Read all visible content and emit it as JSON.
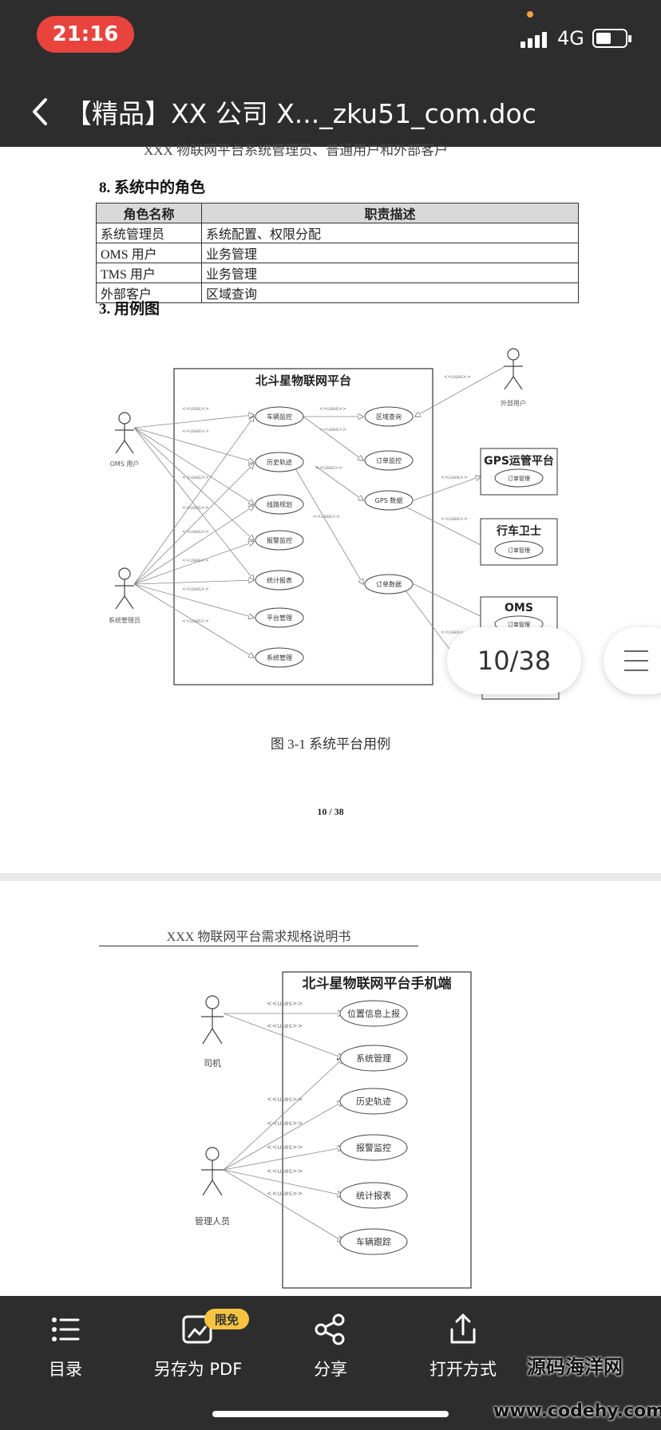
{
  "status": {
    "time": "21:16",
    "network": "4G"
  },
  "header": {
    "title": "【精品】XX 公司 X..._zku51_com.doc"
  },
  "page1": {
    "cut_heading": "XXX 物联网平台系统管理员、普通用户和外部客户",
    "section8_title": "8.  系统中的角色",
    "roles_table": {
      "headers": [
        "角色名称",
        "职责描述"
      ],
      "rows": [
        [
          "系统管理员",
          "系统配置、权限分配"
        ],
        [
          "OMS 用户",
          "业务管理"
        ],
        [
          "TMS 用户",
          "业务管理"
        ],
        [
          "外部客户",
          "区域查询"
        ]
      ]
    },
    "section3_title": "3.  用例图",
    "diagram": {
      "system_name": "北斗星物联网平台",
      "actors": [
        "OMS 用户",
        "系统管理员",
        "外部用户"
      ],
      "usecases": [
        "车辆监控",
        "历史轨迹",
        "线路规划",
        "报警监控",
        "统计报表",
        "平台管理",
        "系统管理",
        "区域查询",
        "订单监控",
        "GPS 数据",
        "订单数据"
      ],
      "external_systems": [
        {
          "name": "GPS运管平台",
          "usecase": "订单管理"
        },
        {
          "name": "行车卫士",
          "usecase": "订单管理"
        },
        {
          "name": "OMS",
          "usecase": "订单管理"
        }
      ],
      "uses_label": "<<uses>>"
    },
    "caption": "图 3-1 系统平台用例",
    "page_number": "10 / 38"
  },
  "page2": {
    "header": "XXX 物联网平台需求规格说明书",
    "diagram": {
      "system_name": "北斗星物联网平台手机端",
      "actors": [
        "司机",
        "管理人员"
      ],
      "usecases": [
        "位置信息上报",
        "系统管理",
        "历史轨迹",
        "报警监控",
        "统计报表",
        "车辆跟踪"
      ],
      "uses_label": "<<uses>>"
    }
  },
  "page_indicator": "10/38",
  "toolbar": {
    "catalog": "目录",
    "save_pdf": "另存为 PDF",
    "badge": "限免",
    "share": "分享",
    "open_with": "打开方式"
  },
  "watermark": {
    "line1": "源码海洋网",
    "line2": "www.codehy.com"
  }
}
